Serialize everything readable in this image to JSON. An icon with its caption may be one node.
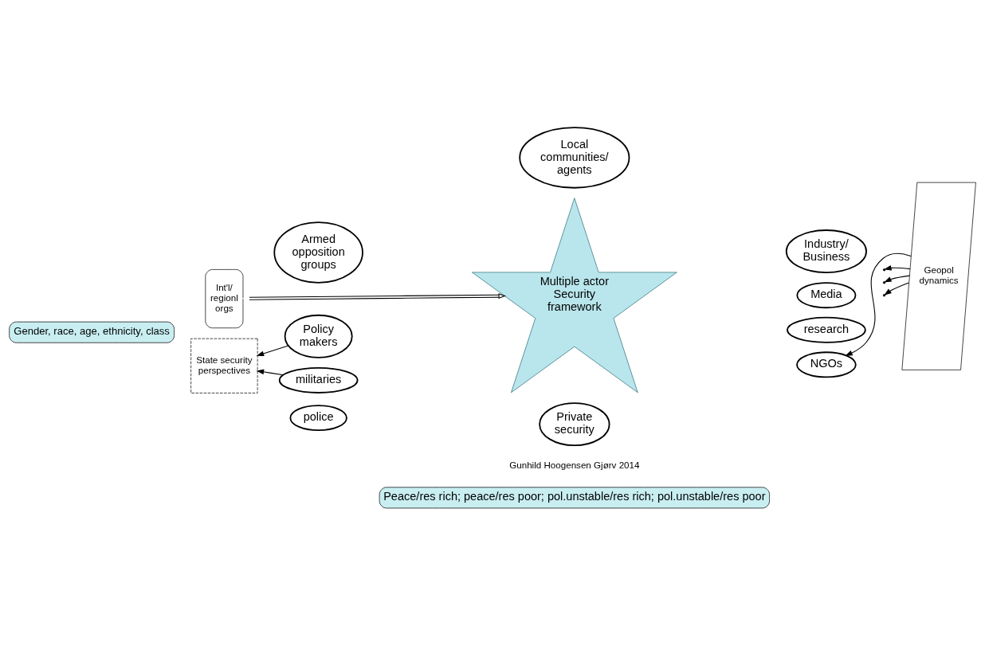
{
  "diagram": {
    "nodes": [
      {
        "text": [
          "Gender, race, age, ethnicity, class"
        ]
      },
      {
        "text": [
          "Local communities/ agents"
        ]
      },
      {
        "text": [
          "Armed opposition groups"
        ]
      },
      {
        "text": [
          "Int'l/ regionl orgs"
        ]
      },
      {
        "text": [
          "Industry/ Business"
        ]
      },
      {
        "text": [
          "Policy makers"
        ]
      },
      {
        "text": [
          "Multiple actor Security framework"
        ]
      },
      {
        "text": [
          "Media"
        ]
      },
      {
        "text": [
          "Geopol dynamics"
        ]
      },
      {
        "text": [
          "State security perspectives"
        ]
      },
      {
        "text": [
          "militaries"
        ]
      },
      {
        "text": [
          "research"
        ]
      },
      {
        "text": [
          "police"
        ]
      },
      {
        "text": [
          "NGOs"
        ]
      },
      {
        "text": [
          "Private security"
        ]
      },
      {
        "text": [
          "Peace/res rich; peace/res poor; pol.unstable/res rich; pol.unstable/res poor"
        ]
      }
    ],
    "edges": [
      {
        "from": 3,
        "to": 6,
        "arrow": "both"
      },
      {
        "from": 5,
        "to": 9,
        "arrow": "to"
      },
      {
        "from": 10,
        "to": 9,
        "arrow": "to"
      },
      {
        "from": 8,
        "to": null,
        "arrow": "to"
      },
      {
        "from": 8,
        "to": null,
        "arrow": "to"
      },
      {
        "from": 8,
        "to": null,
        "arrow": "to"
      },
      {
        "from": 8,
        "to": 13,
        "arrow": "to"
      }
    ],
    "labels": [
      "Gunhild Hoogensen Gjørv 2014"
    ]
  }
}
